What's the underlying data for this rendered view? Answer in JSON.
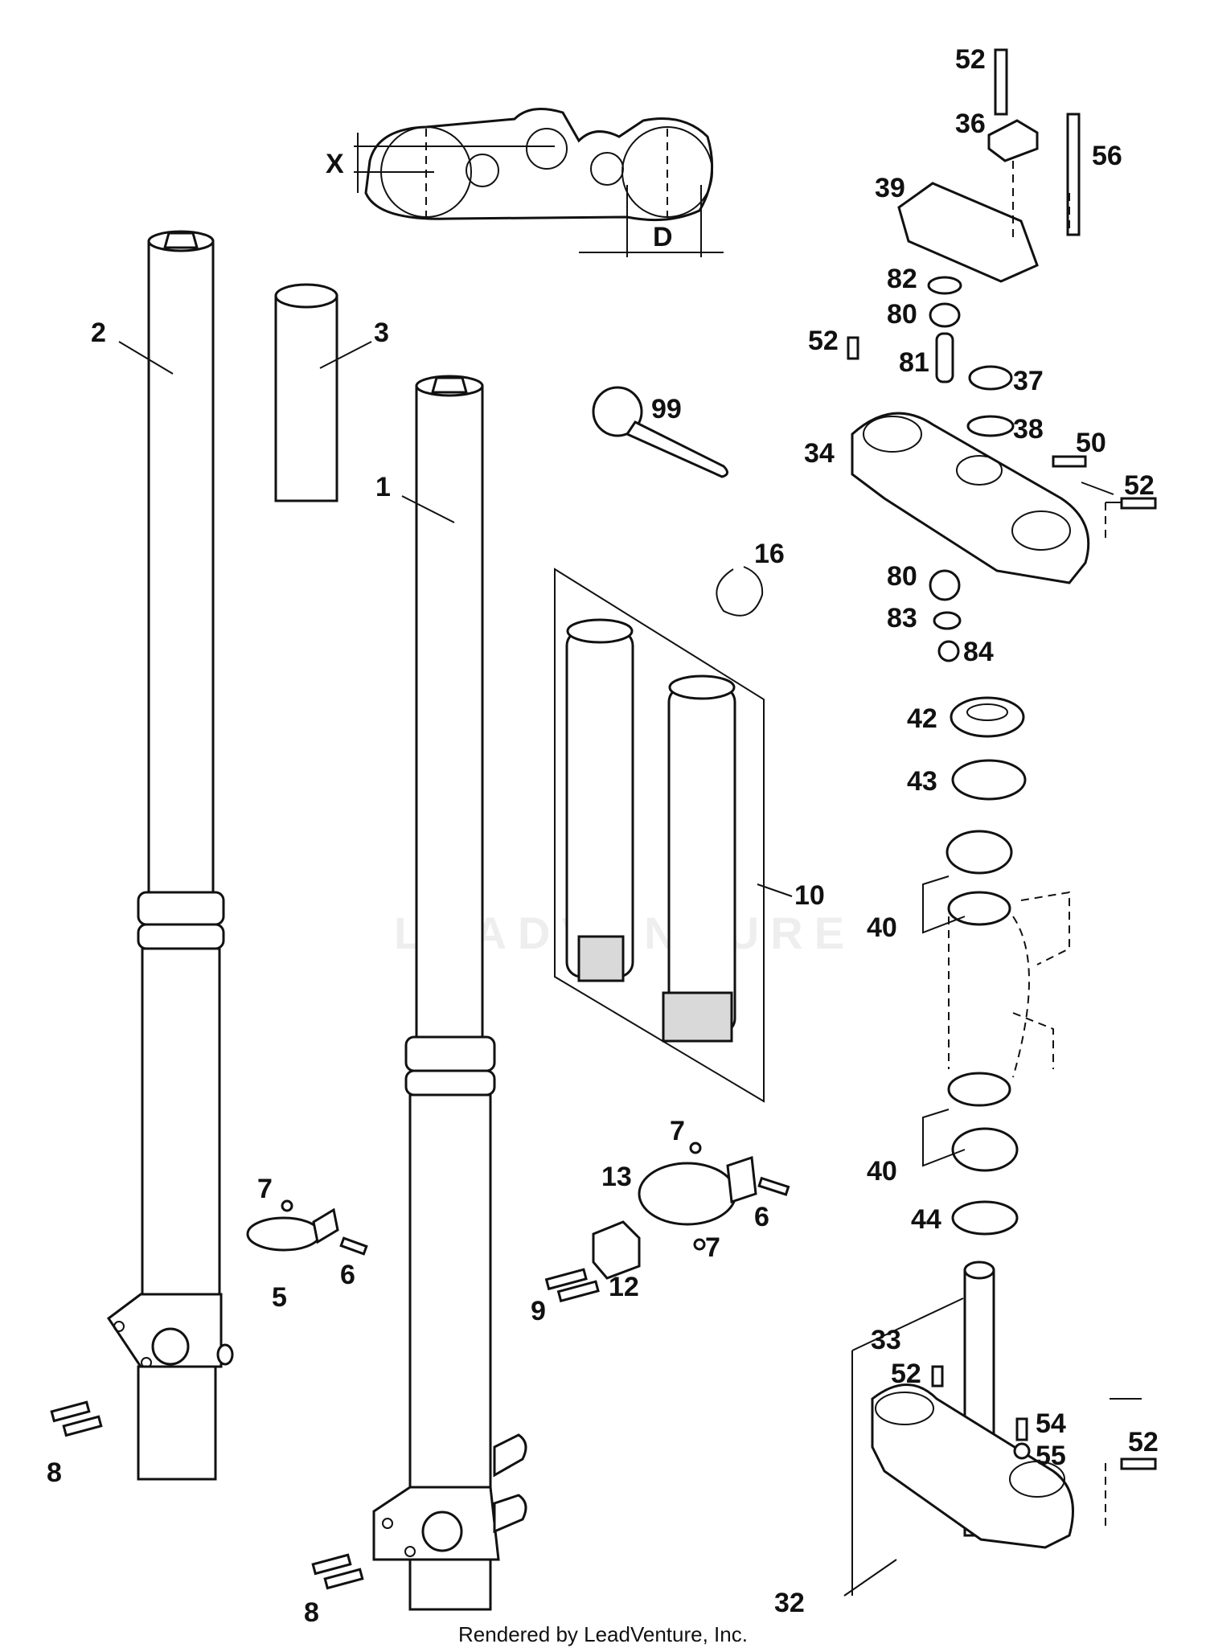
{
  "callouts": {
    "c1": "1",
    "c2": "2",
    "c3": "3",
    "c5": "5",
    "c6a": "6",
    "c6b": "6",
    "c7a": "7",
    "c7b": "7",
    "c7c": "7",
    "c8a": "8",
    "c8b": "8",
    "c9": "9",
    "c10": "10",
    "c12": "12",
    "c13": "13",
    "c16": "16",
    "c32": "32",
    "c33": "33",
    "c34": "34",
    "c36": "36",
    "c37": "37",
    "c38": "38",
    "c39": "39",
    "c40a": "40",
    "c40b": "40",
    "c42": "42",
    "c43": "43",
    "c44": "44",
    "c50": "50",
    "c52a": "52",
    "c52b": "52",
    "c52c": "52",
    "c52d": "52",
    "c52e": "52",
    "c54": "54",
    "c55": "55",
    "c56": "56",
    "c80a": "80",
    "c80b": "80",
    "c81": "81",
    "c82": "82",
    "c83": "83",
    "c84": "84",
    "c99": "99"
  },
  "dimensions": {
    "x_label": "X",
    "d_label": "D"
  },
  "watermark": "LEADVENTURE",
  "footer": "Rendered by LeadVenture, Inc."
}
